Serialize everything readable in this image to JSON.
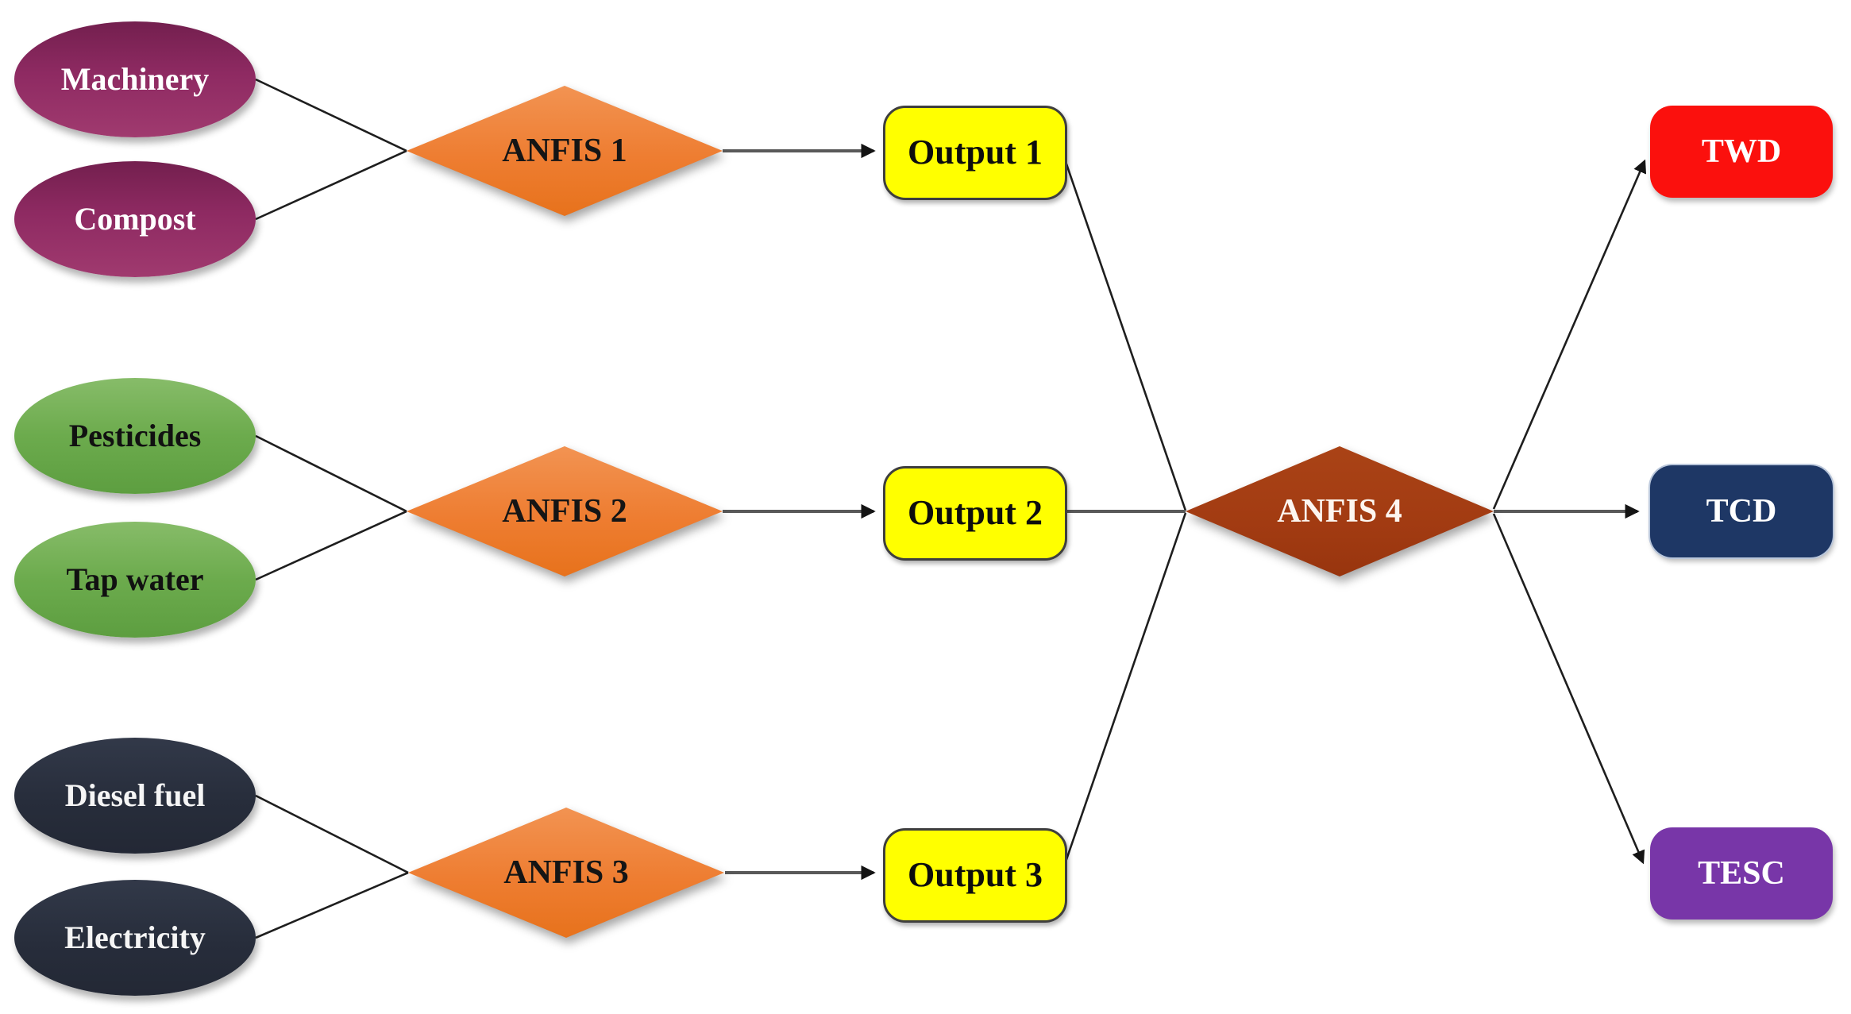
{
  "nodes": {
    "machinery": {
      "label": "Machinery",
      "shape": "ellipse",
      "fill": "#8E2A62",
      "text_color": "#FFFFFF"
    },
    "compost": {
      "label": "Compost",
      "shape": "ellipse",
      "fill": "#8E2A62",
      "text_color": "#FFFFFF"
    },
    "pesticides": {
      "label": "Pesticides",
      "shape": "ellipse",
      "fill": "#6CAB4D",
      "text_color": "#111111"
    },
    "tap_water": {
      "label": "Tap water",
      "shape": "ellipse",
      "fill": "#6CAB4D",
      "text_color": "#111111"
    },
    "diesel_fuel": {
      "label": "Diesel fuel",
      "shape": "ellipse",
      "fill": "#272D3B",
      "text_color": "#FFFFFF"
    },
    "electricity": {
      "label": "Electricity",
      "shape": "ellipse",
      "fill": "#272D3B",
      "text_color": "#FFFFFF"
    },
    "anfis1": {
      "label": "ANFIS 1",
      "shape": "diamond",
      "fill": "#EE7D31",
      "text_color": "#151515"
    },
    "anfis2": {
      "label": "ANFIS 2",
      "shape": "diamond",
      "fill": "#EE7D31",
      "text_color": "#151515"
    },
    "anfis3": {
      "label": "ANFIS 3",
      "shape": "diamond",
      "fill": "#EE7D31",
      "text_color": "#151515"
    },
    "anfis4": {
      "label": "ANFIS 4",
      "shape": "diamond",
      "fill": "#A23B12",
      "text_color": "#FFFFFF"
    },
    "output1": {
      "label": "Output 1",
      "shape": "rounded-rect",
      "fill": "#FFFF00",
      "text_color": "#0D0D0D"
    },
    "output2": {
      "label": "Output 2",
      "shape": "rounded-rect",
      "fill": "#FFFF00",
      "text_color": "#0D0D0D"
    },
    "output3": {
      "label": "Output 3",
      "shape": "rounded-rect",
      "fill": "#FFFF00",
      "text_color": "#0D0D0D"
    },
    "twd": {
      "label": "TWD",
      "shape": "rounded-rect",
      "fill": "#FB100D",
      "text_color": "#FFFFFF"
    },
    "tcd": {
      "label": "TCD",
      "shape": "rounded-rect",
      "fill": "#1E3765",
      "text_color": "#FFFFFF"
    },
    "tesc": {
      "label": "TESC",
      "shape": "rounded-rect",
      "fill": "#7836A8",
      "text_color": "#FFFFFF"
    }
  },
  "edges": [
    {
      "from": "machinery",
      "to": "anfis1",
      "arrow": false
    },
    {
      "from": "compost",
      "to": "anfis1",
      "arrow": false
    },
    {
      "from": "pesticides",
      "to": "anfis2",
      "arrow": false
    },
    {
      "from": "tap_water",
      "to": "anfis2",
      "arrow": false
    },
    {
      "from": "diesel_fuel",
      "to": "anfis3",
      "arrow": false
    },
    {
      "from": "electricity",
      "to": "anfis3",
      "arrow": false
    },
    {
      "from": "anfis1",
      "to": "output1",
      "arrow": true
    },
    {
      "from": "anfis2",
      "to": "output2",
      "arrow": true
    },
    {
      "from": "anfis3",
      "to": "output3",
      "arrow": true
    },
    {
      "from": "output1",
      "to": "anfis4",
      "arrow": false
    },
    {
      "from": "output2",
      "to": "anfis4",
      "arrow": false
    },
    {
      "from": "output3",
      "to": "anfis4",
      "arrow": false
    },
    {
      "from": "anfis4",
      "to": "twd",
      "arrow": true
    },
    {
      "from": "anfis4",
      "to": "tcd",
      "arrow": true
    },
    {
      "from": "anfis4",
      "to": "tesc",
      "arrow": true
    }
  ],
  "colors": {
    "connector_diagonal": "#1E1E1E",
    "connector_horizontal": "#595959",
    "arrowhead": "#141414",
    "background": "#FFFFFF"
  }
}
